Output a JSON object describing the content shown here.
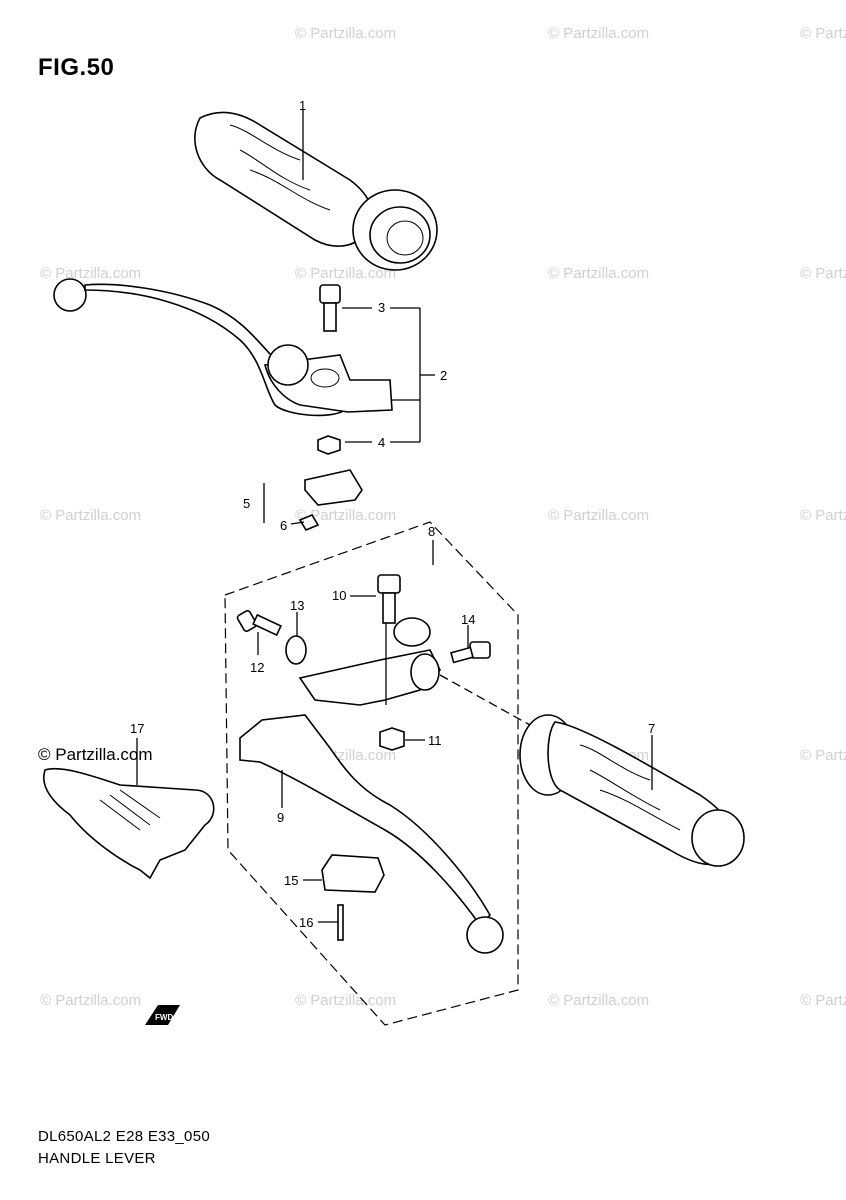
{
  "figure_title": "FIG.50",
  "watermark": "© Partzilla.com",
  "watermark_prominent": "© Partzilla.com",
  "footer": {
    "code": "DL650AL2 E28 E33_050",
    "name": "HANDLE LEVER"
  },
  "callouts": [
    "1",
    "2",
    "3",
    "4",
    "5",
    "6",
    "7",
    "8",
    "9",
    "10",
    "11",
    "12",
    "13",
    "14",
    "15",
    "16",
    "17"
  ],
  "fwd_badge_text": "FWD"
}
